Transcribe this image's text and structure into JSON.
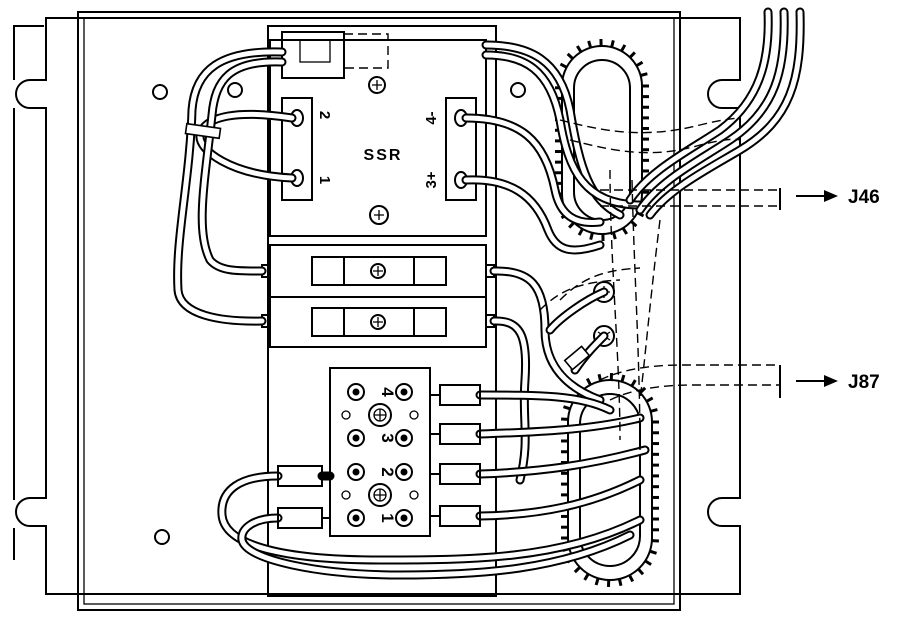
{
  "relay": {
    "label": "SSR",
    "terminals": [
      "1",
      "2",
      "3+",
      "4-"
    ]
  },
  "terminal_block": {
    "terminals": [
      "1",
      "2",
      "3",
      "4"
    ]
  },
  "callouts": [
    {
      "id": "j46",
      "label": "J46"
    },
    {
      "id": "j87",
      "label": "J87"
    }
  ]
}
